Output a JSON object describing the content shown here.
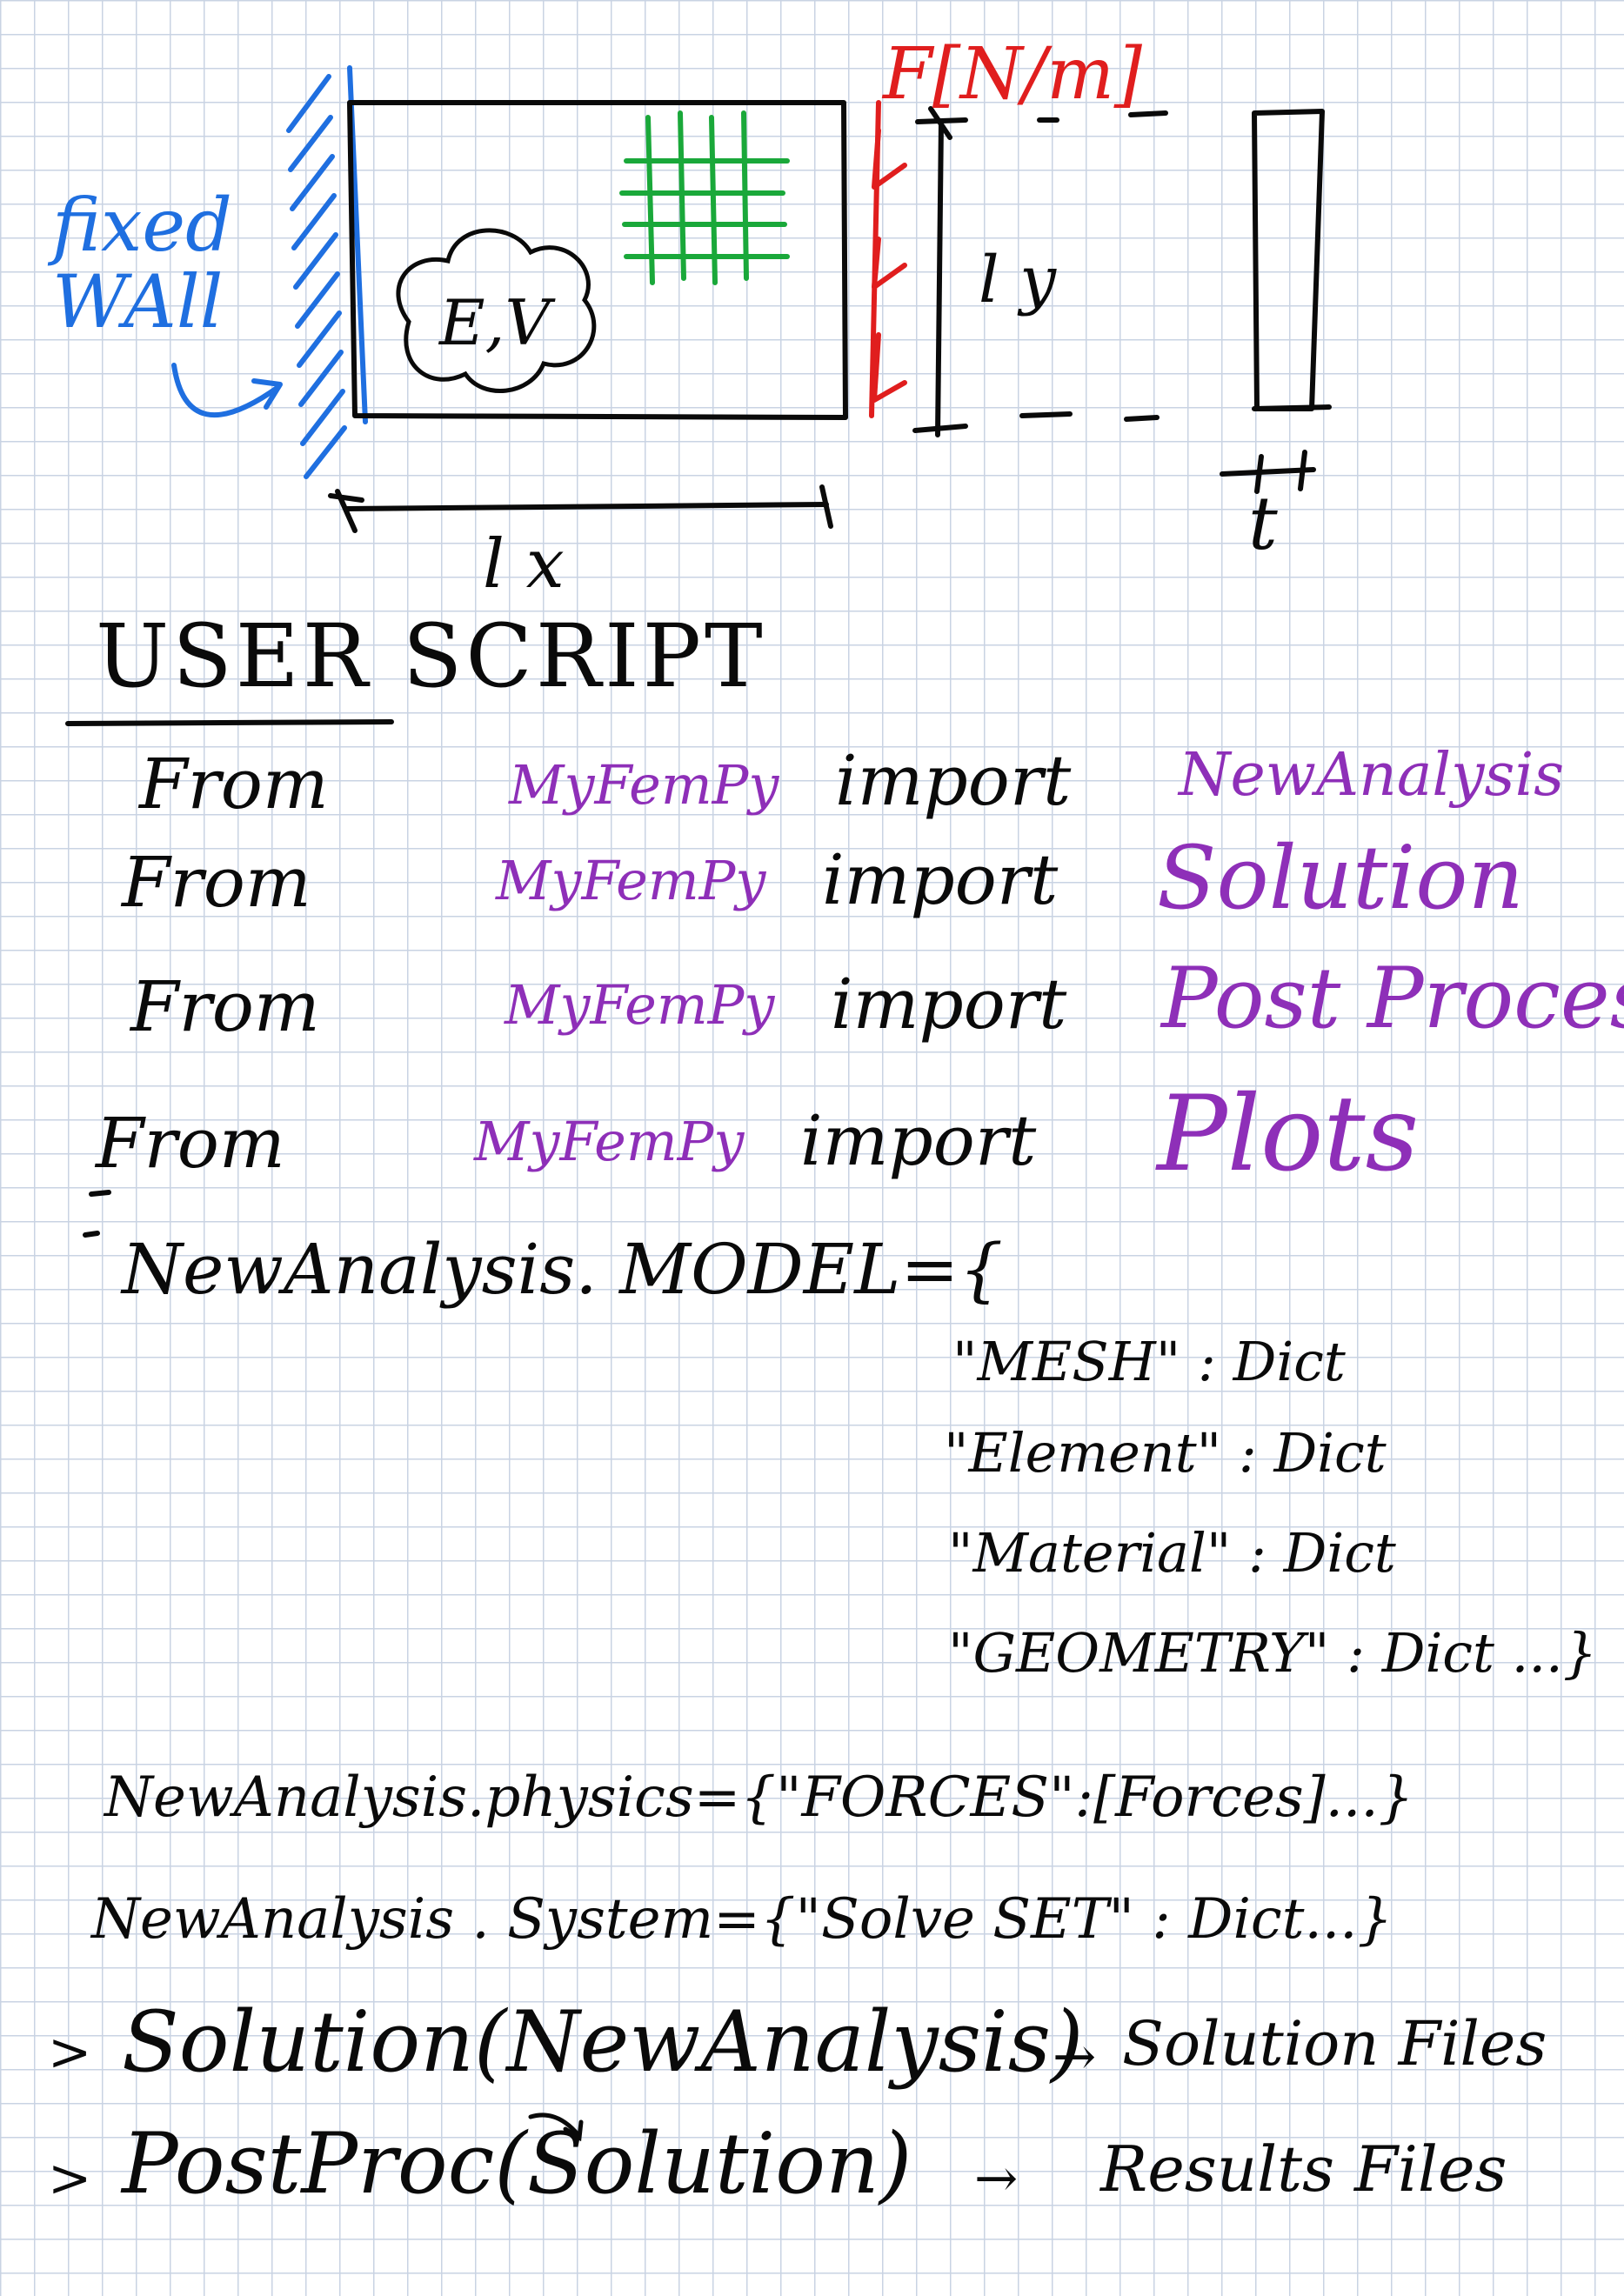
{
  "diagram": {
    "fixed_wall_label": "fixed WAll",
    "load_label": "F[N/m]",
    "plate_props_label": "E,V",
    "width_dim": "l x",
    "height_dim": "l y",
    "thickness_dim": "t"
  },
  "script": {
    "heading": "USER SCRIPT",
    "imports": [
      {
        "from": "From",
        "module": "MyFemPy",
        "import": "import",
        "name": "NewAnalysis"
      },
      {
        "from": "From",
        "module": "MyFemPy",
        "import": "import",
        "name": "Solution"
      },
      {
        "from": "From",
        "module": "MyFemPy",
        "import": "import",
        "name": "Post Process"
      },
      {
        "from": "From",
        "module": "MyFemPy",
        "import": "import",
        "name": "Plots"
      }
    ],
    "model_line": "NewAnalysis. MODEL={",
    "model_keys": [
      "\"MESH\" : Dict",
      "\"Element\" : Dict",
      "\"Material\" : Dict",
      "\"GEOMETRY\" : Dict ...}"
    ],
    "physics_line": "NewAnalysis.physics={\"FORCES\":[Forces]...}",
    "system_line": "NewAnalysis . System={\"Solve SET\" : Dict...}",
    "commands": [
      {
        "prompt": ">",
        "text": "Solution(NewAnalysis)",
        "arrow": "→",
        "result": "Solution Files"
      },
      {
        "prompt": ">",
        "text": "PostProc(Solution)",
        "arrow": "→",
        "result": "Results Files"
      }
    ]
  },
  "colors": {
    "ink": "#0a0a0a",
    "module": "#8e2fb8",
    "wall": "#1f6fe0",
    "load": "#e01e1e",
    "mesh": "#1aa83a"
  }
}
